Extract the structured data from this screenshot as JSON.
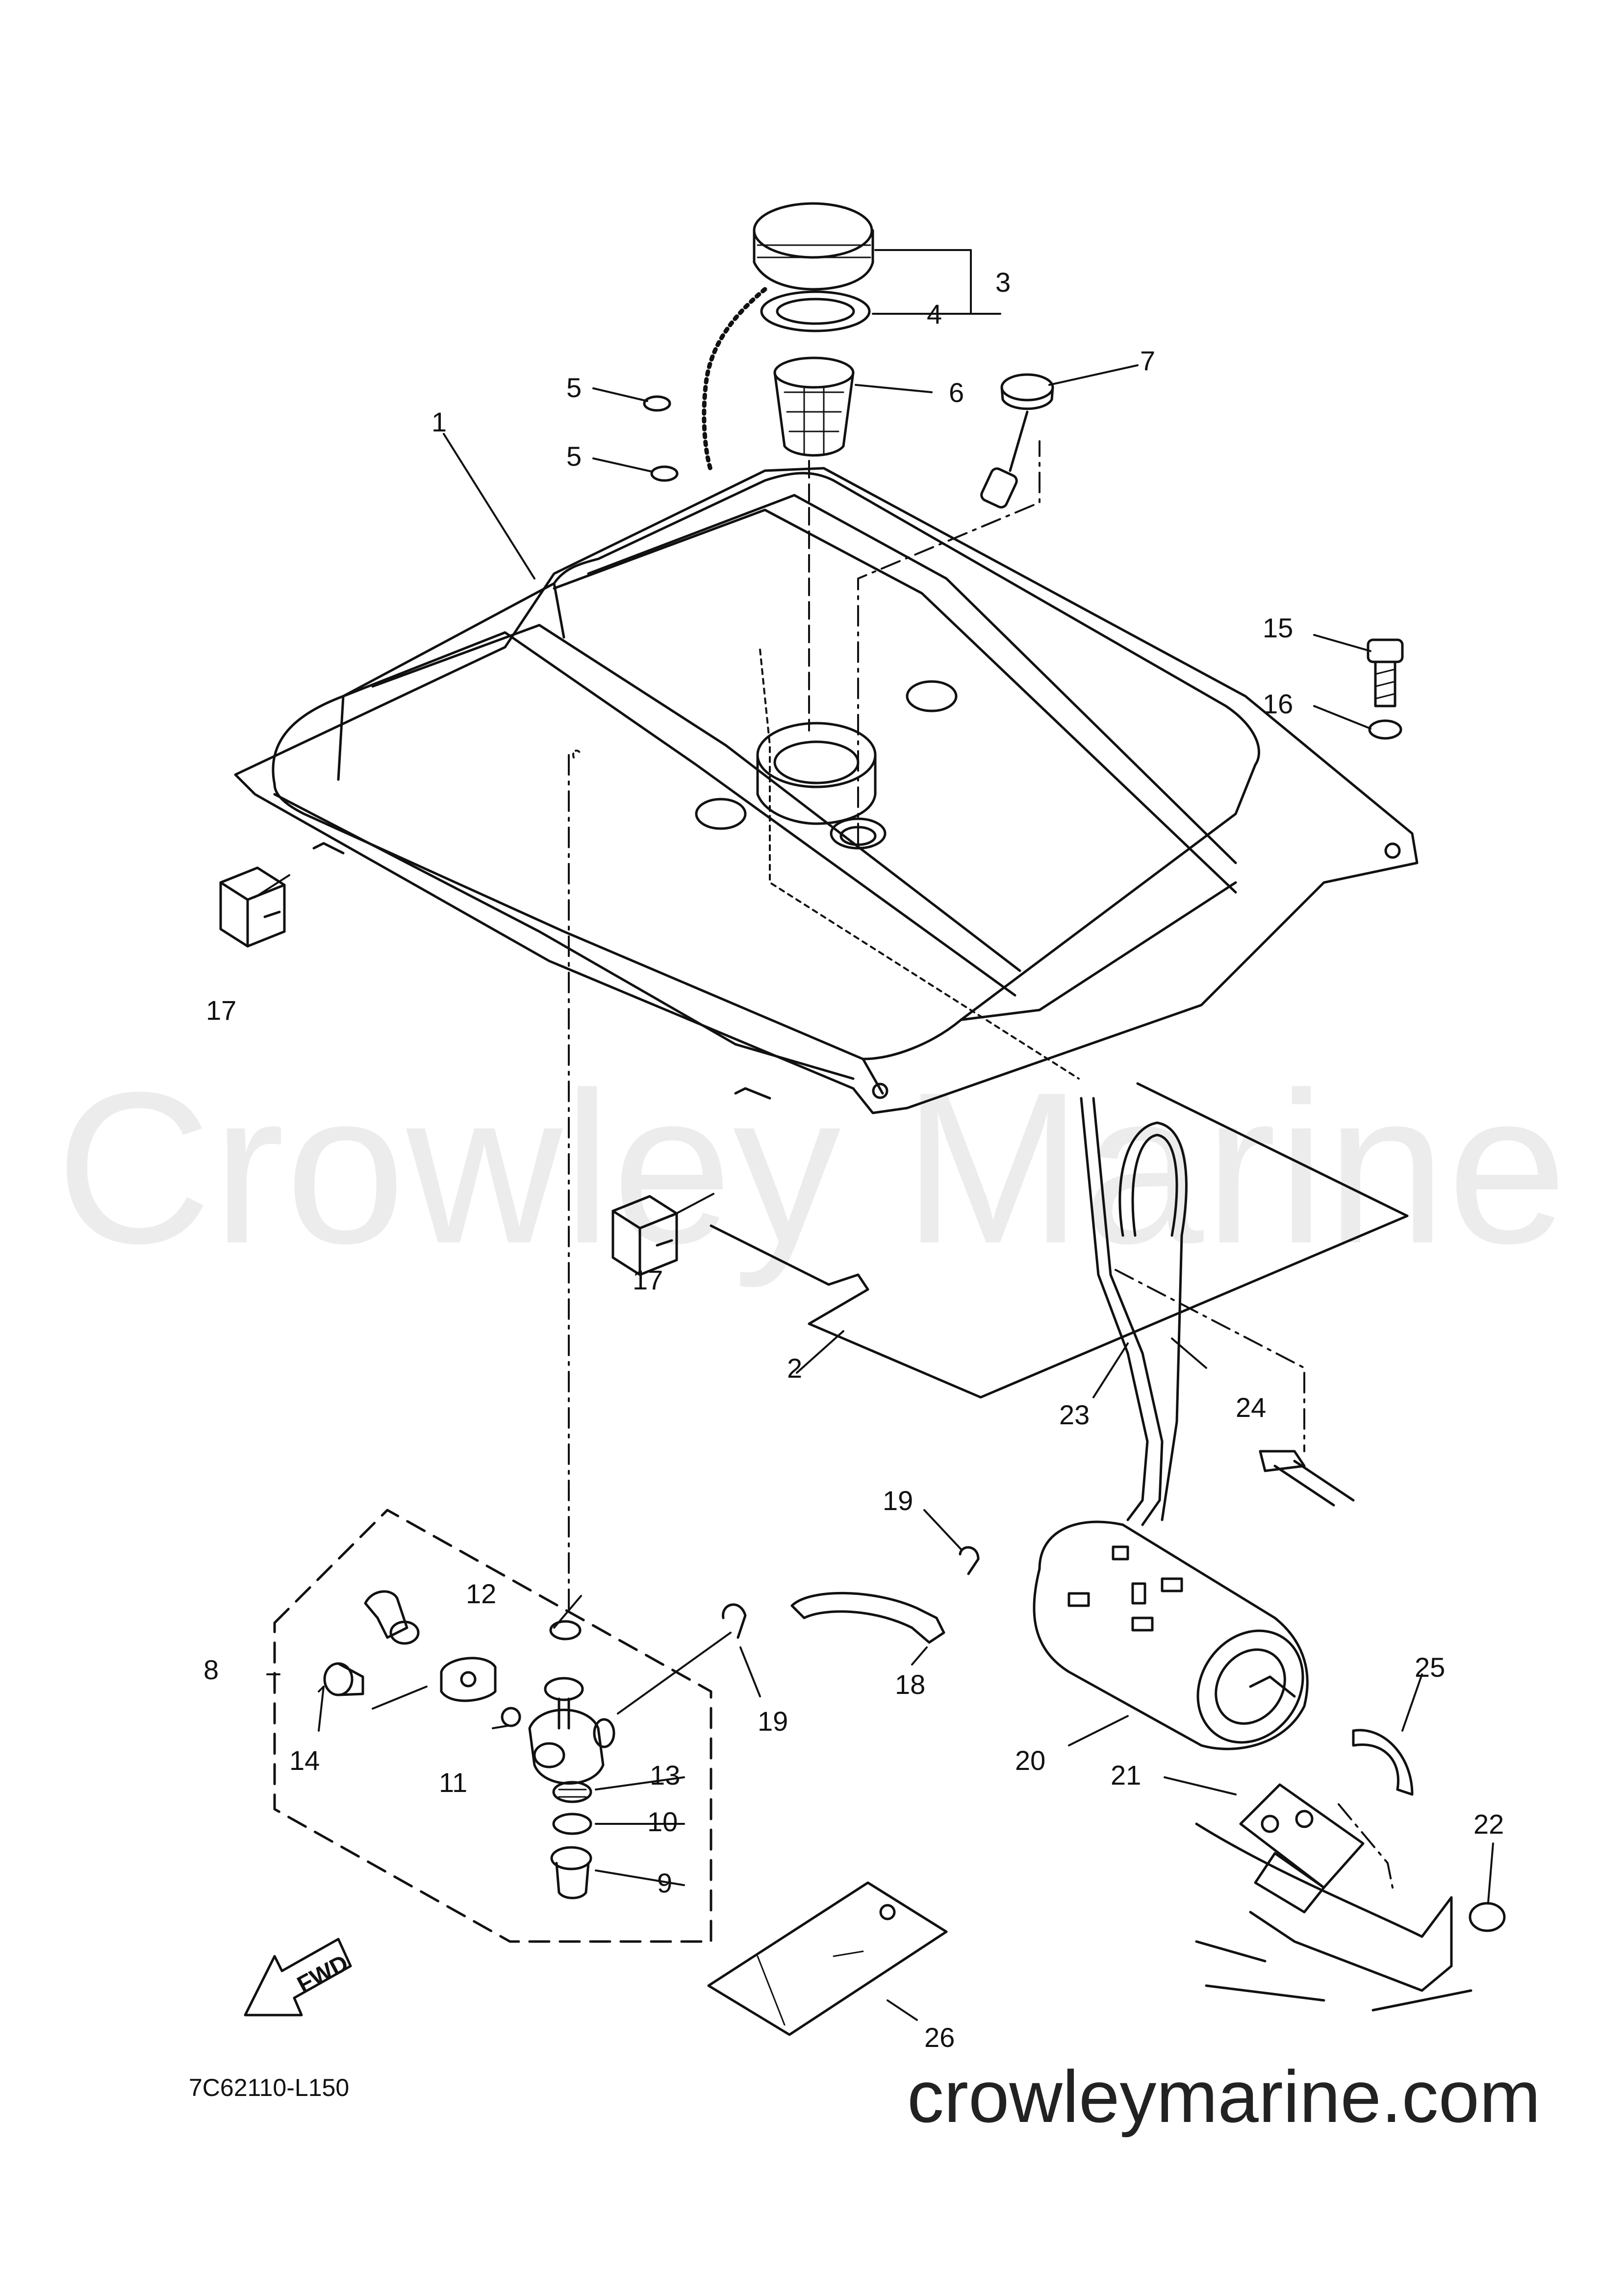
{
  "watermark": "Crowley Marine",
  "site_url": "crowleymarine.com",
  "diagram_code": "7C62110-L150",
  "fwd_label": "FWD",
  "callouts": [
    "1",
    "2",
    "3",
    "4",
    "5",
    "5",
    "6",
    "7",
    "8",
    "9",
    "10",
    "11",
    "12",
    "13",
    "14",
    "15",
    "16",
    "17",
    "17",
    "18",
    "19",
    "19",
    "20",
    "21",
    "22",
    "23",
    "24",
    "25",
    "26"
  ]
}
